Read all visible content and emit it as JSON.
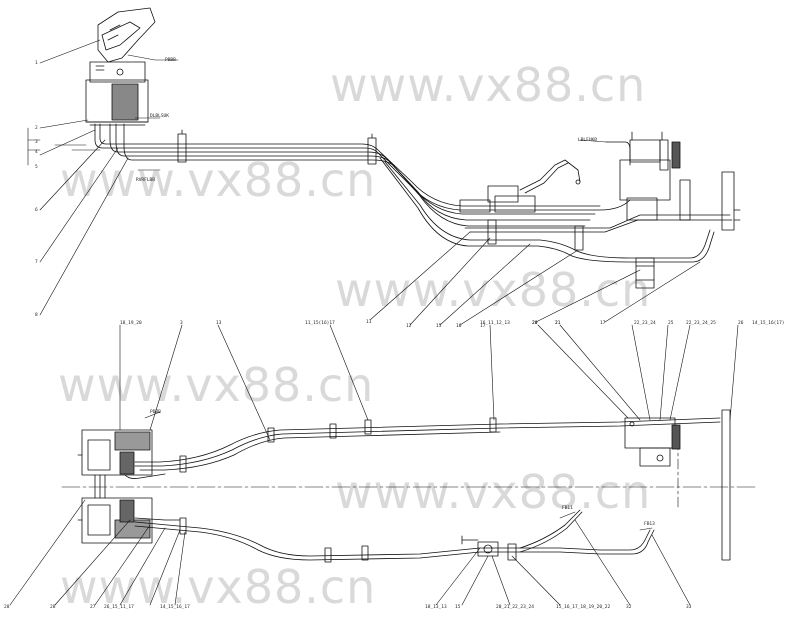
{
  "watermark": "www.vx88.cn",
  "labels": {
    "top_view": [
      "1",
      "2",
      "3",
      "4",
      "5",
      "6",
      "7",
      "8",
      "11",
      "12",
      "15",
      "16",
      "17",
      "20",
      "21",
      "17"
    ],
    "top_notes": [
      "PBBB",
      "DLBLSUK",
      "RVRFLBB",
      "LBLFUKB"
    ],
    "bottom_callouts": [
      "18_19_20",
      "3",
      "13",
      "11_15(16)17",
      "16_11_12_13",
      "20",
      "21",
      "22_23_24",
      "25",
      "22_23_24_25",
      "26",
      "14_15_16(17)",
      "28",
      "28",
      "27",
      "26_15_11_17",
      "14_15_16_17",
      "18_13_13",
      "15",
      "20_21_22_23_24",
      "15_16_17_18_19_20_22",
      "32",
      "33"
    ],
    "bottom_notes": [
      "PDBB",
      "FB11",
      "FB13"
    ]
  }
}
